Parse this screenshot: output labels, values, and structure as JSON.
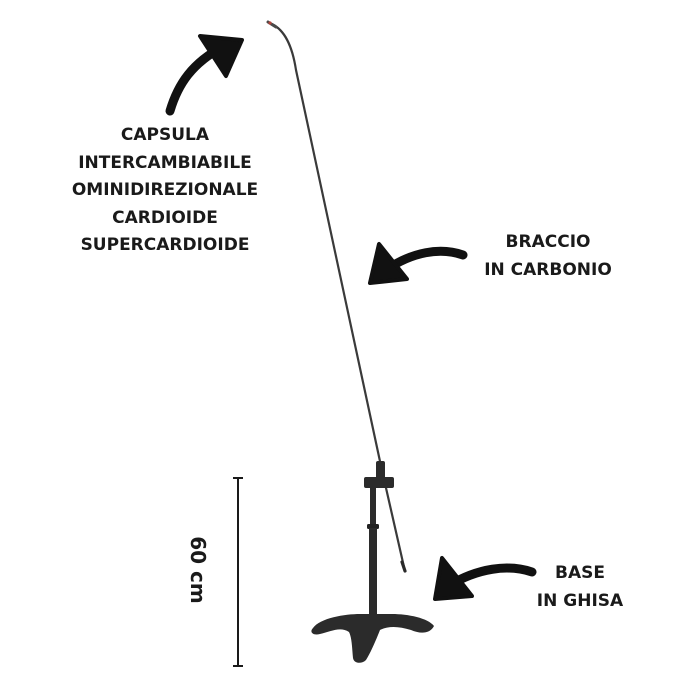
{
  "capsule_label": {
    "lines": [
      "CAPSULA",
      "INTERCAMBIABILE",
      "OMINIDIREZIONALE",
      "CARDIOIDE",
      "SUPERCARDIOIDE"
    ]
  },
  "arm_label": {
    "lines": [
      "BRACCIO",
      "IN CARBONIO"
    ]
  },
  "base_label": {
    "lines": [
      "BASE",
      "IN GHISA"
    ]
  },
  "height_label": "60 cm",
  "colors": {
    "text": "#1a1a1a",
    "stand": "#2b2b2b",
    "background": "#ffffff"
  }
}
